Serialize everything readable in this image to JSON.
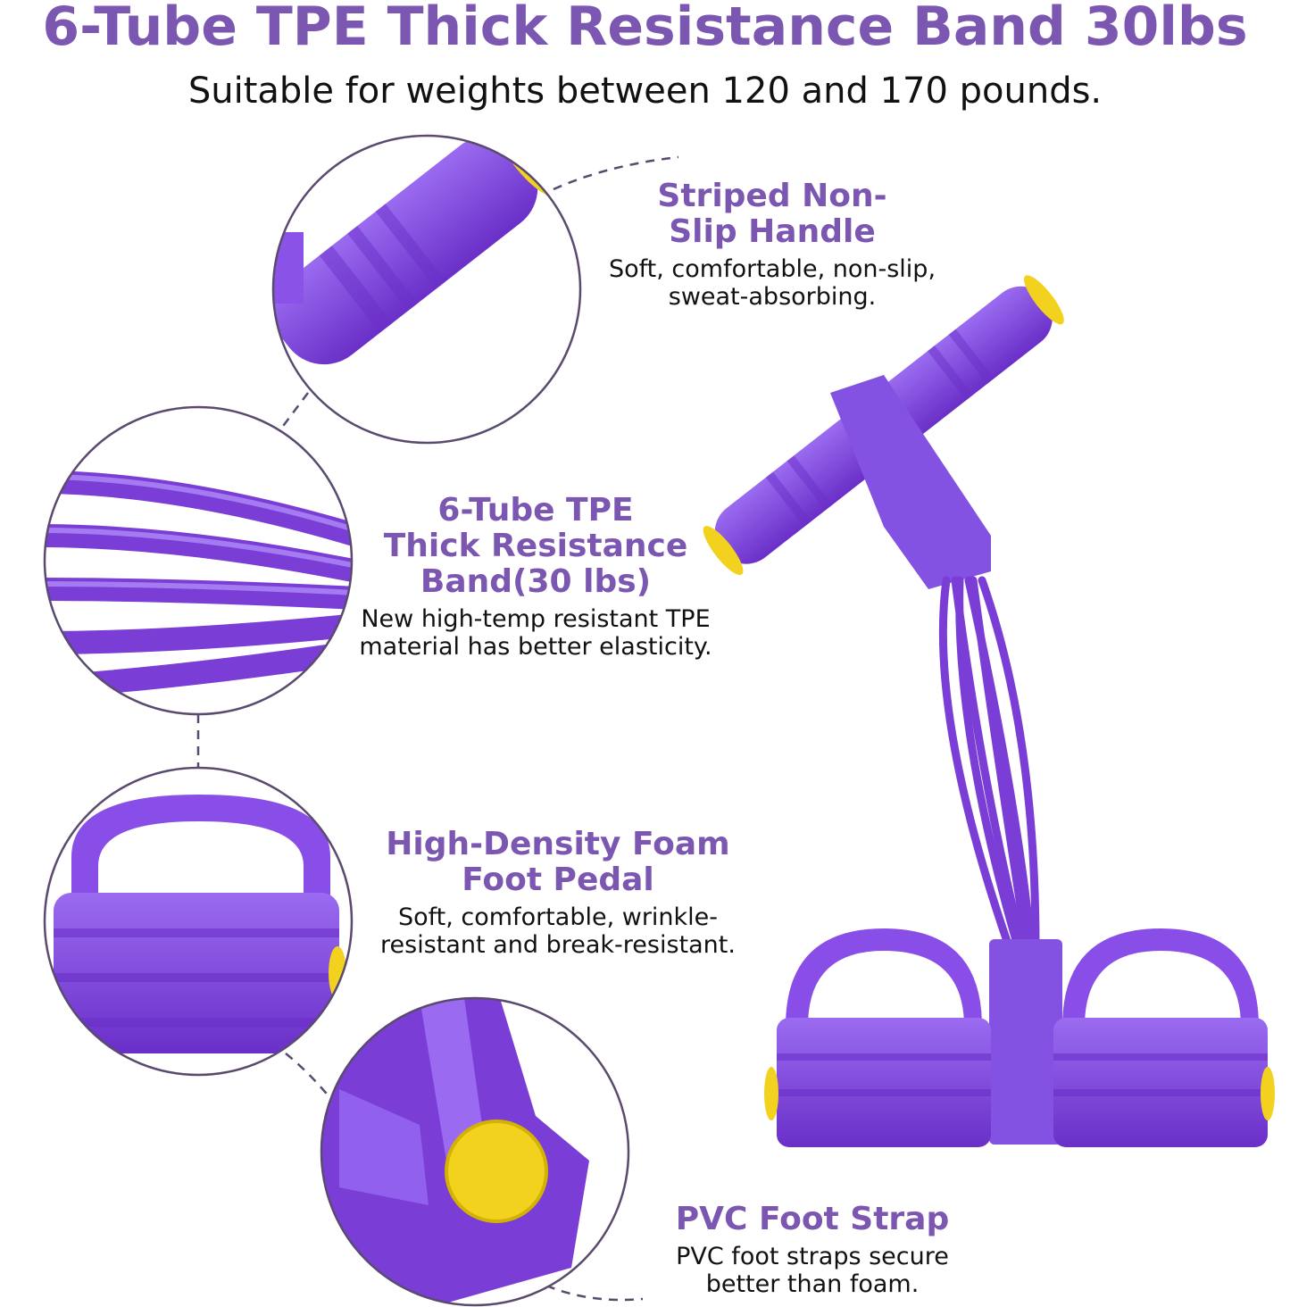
{
  "header": {
    "title": "6-Tube TPE Thick Resistance Band 30lbs",
    "subtitle": "Suitable for weights between 120 and 170 pounds."
  },
  "features": [
    {
      "title_lines": [
        "Striped Non-",
        "Slip Handle"
      ],
      "desc_lines": [
        "Soft, comfortable, non-slip,",
        "sweat-absorbing."
      ]
    },
    {
      "title_lines": [
        "6-Tube TPE",
        "Thick Resistance",
        "Band(30 lbs)"
      ],
      "desc_lines": [
        "New high-temp resistant TPE",
        "material has better elasticity."
      ]
    },
    {
      "title_lines": [
        "High-Density Foam",
        "Foot Pedal"
      ],
      "desc_lines": [
        "Soft, comfortable, wrinkle-",
        "resistant and break-resistant."
      ]
    },
    {
      "title_lines": [
        "PVC Foot Strap"
      ],
      "desc_lines": [
        "PVC foot straps secure",
        "better than foam."
      ]
    }
  ],
  "colors": {
    "brand_purple": "#7b57b2",
    "product_purple": "#7a3ed6",
    "accent_yellow": "#f2d21e",
    "outline_gray": "#5a4a6e"
  }
}
